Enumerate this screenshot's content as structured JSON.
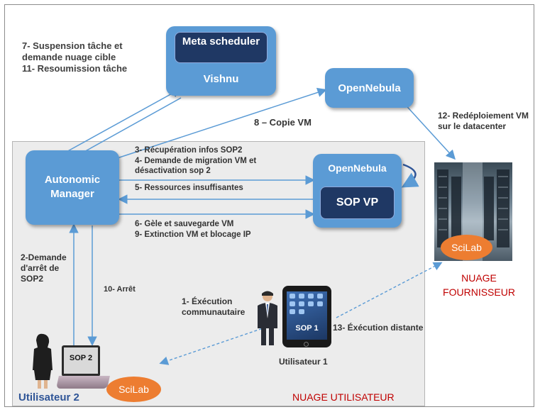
{
  "metascheduler": {
    "inner_label": "Meta scheduler",
    "outer_label": "Vishnu"
  },
  "opennebula_top": {
    "label": "OpenNebula"
  },
  "opennebula_vp": {
    "label": "OpenNebula",
    "inner_label": "SOP VP"
  },
  "autonomic_manager": {
    "label": "Autonomic Manager"
  },
  "steps": {
    "s7_11": [
      "7- Suspension tâche et",
      "demande nuage cible",
      "11- Resoumission tâche"
    ],
    "s8": "8 – Copie VM",
    "s12": [
      "12- Redéploiement VM",
      "sur le datacenter"
    ],
    "s3_4": [
      "3- Récupération infos SOP2",
      "4- Demande de migration VM et",
      "désactivation sop 2"
    ],
    "s5": "5- Ressources insuffisantes",
    "s6_9": [
      "6- Gèle et sauvegarde VM",
      "9- Extinction VM et blocage IP"
    ],
    "s2": [
      "2-Demande",
      "d'arrêt de",
      "SOP2"
    ],
    "s10": "10- Arrêt",
    "s1": [
      "1- Éxécution",
      "communautaire"
    ],
    "s13": "13- Éxécution distante"
  },
  "datacenter": {
    "scilab_label": "SciLab"
  },
  "cloud_provider": [
    "NUAGE",
    "FOURNISSEUR"
  ],
  "cloud_user": "NUAGE UTILISATEUR",
  "user1": {
    "device_label": "SOP 1",
    "caption": "Utilisateur 1"
  },
  "user2": {
    "device_label": "SOP 2",
    "caption": "Utilisateur 2",
    "scilab_label": "SciLab"
  },
  "colors": {
    "box_blue": "#5b9bd5",
    "inner_navy": "#1f3864",
    "oval_orange": "#ed7d31",
    "red_text": "#c00000"
  }
}
